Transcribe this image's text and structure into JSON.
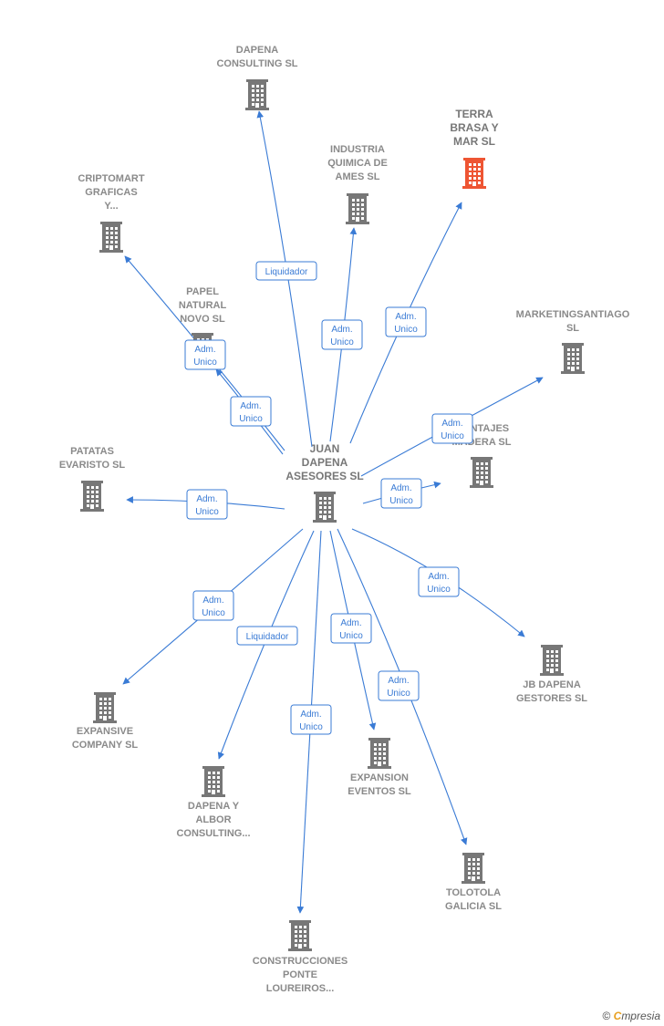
{
  "colors": {
    "edge": "#3a7bd5",
    "building": "#777777",
    "building_highlight": "#ee5533",
    "label": "#8a8a8a"
  },
  "center": {
    "id": "center",
    "lines": [
      "JUAN",
      "DAPENA",
      "ASESORES  SL"
    ]
  },
  "nodes": [
    {
      "id": "dapena-consulting",
      "lines": [
        "DAPENA",
        "CONSULTING SL"
      ],
      "highlight": false
    },
    {
      "id": "terra-brasa",
      "lines": [
        "TERRA",
        "BRASA Y",
        "MAR  SL"
      ],
      "highlight": true
    },
    {
      "id": "industria-quimica",
      "lines": [
        "INDUSTRIA",
        "QUIMICA DE",
        "AMES  SL"
      ],
      "highlight": false
    },
    {
      "id": "criptomart",
      "lines": [
        "CRIPTOMART",
        "GRAFICAS",
        "Y..."
      ],
      "highlight": false
    },
    {
      "id": "papel-natural",
      "lines": [
        "PAPEL",
        "NATURAL",
        "NOVO  SL"
      ],
      "highlight": false
    },
    {
      "id": "marketingsantiago",
      "lines": [
        "MARKETINGSANTIAGO",
        "SL"
      ],
      "highlight": false
    },
    {
      "id": "montajes-madera",
      "lines": [
        "MONTAJES",
        "MADERA  SL"
      ],
      "highlight": false
    },
    {
      "id": "patatas-evaristo",
      "lines": [
        "PATATAS",
        "EVARISTO  SL"
      ],
      "highlight": false
    },
    {
      "id": "jb-dapena",
      "lines": [
        "JB DAPENA",
        "GESTORES  SL"
      ],
      "highlight": false
    },
    {
      "id": "expansive",
      "lines": [
        "EXPANSIVE",
        "COMPANY  SL"
      ],
      "highlight": false
    },
    {
      "id": "dapena-albor",
      "lines": [
        "DAPENA Y",
        "ALBOR",
        "CONSULTING..."
      ],
      "highlight": false
    },
    {
      "id": "expansion-eventos",
      "lines": [
        "EXPANSION",
        "EVENTOS  SL"
      ],
      "highlight": false
    },
    {
      "id": "tolotola",
      "lines": [
        "TOLOTOLA",
        "GALICIA  SL"
      ],
      "highlight": false
    },
    {
      "id": "construcciones",
      "lines": [
        "CONSTRUCCIONES",
        "PONTE",
        "LOUREIROS..."
      ],
      "highlight": false
    }
  ],
  "edges": [
    {
      "to": "dapena-consulting",
      "label": [
        "Liquidador"
      ]
    },
    {
      "to": "terra-brasa",
      "label": [
        "Adm.",
        "Unico"
      ]
    },
    {
      "to": "industria-quimica",
      "label": [
        "Adm.",
        "Unico"
      ]
    },
    {
      "to": "criptomart",
      "label": [
        "Adm.",
        "Unico"
      ]
    },
    {
      "to": "papel-natural",
      "label": [
        "Adm.",
        "Unico"
      ]
    },
    {
      "to": "marketingsantiago",
      "label": [
        "Adm.",
        "Unico"
      ]
    },
    {
      "to": "montajes-madera",
      "label": [
        "Adm.",
        "Unico"
      ]
    },
    {
      "to": "patatas-evaristo",
      "label": [
        "Adm.",
        "Unico"
      ]
    },
    {
      "to": "jb-dapena",
      "label": [
        "Adm.",
        "Unico"
      ]
    },
    {
      "to": "expansive",
      "label": [
        "Adm.",
        "Unico"
      ]
    },
    {
      "to": "dapena-albor",
      "label": [
        "Liquidador"
      ]
    },
    {
      "to": "expansion-eventos",
      "label": [
        "Adm.",
        "Unico"
      ]
    },
    {
      "to": "tolotola",
      "label": [
        "Adm.",
        "Unico"
      ]
    },
    {
      "to": "construcciones",
      "label": [
        "Adm.",
        "Unico"
      ]
    }
  ],
  "footer": {
    "copyright": "©",
    "brand_first": "C",
    "brand_rest": "mpresia"
  }
}
